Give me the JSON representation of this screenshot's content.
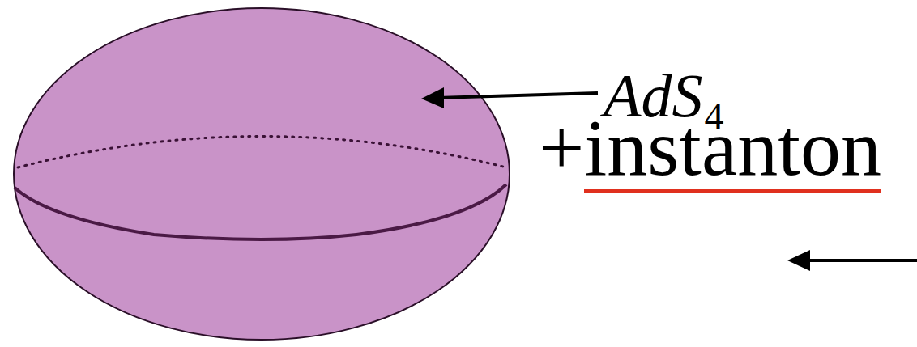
{
  "diagram": {
    "labels": [
      "AdS",
      "4",
      "+instanton"
    ]
  }
}
